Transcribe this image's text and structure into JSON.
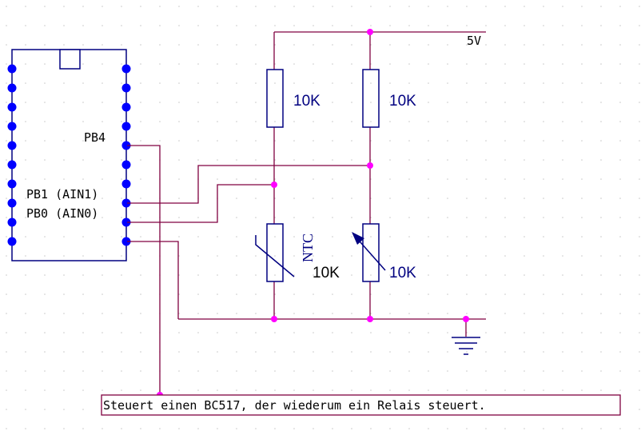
{
  "labels": {
    "supply": "5V",
    "pin_pb4": "PB4",
    "pin_pb1": "PB1 (AIN1)",
    "pin_pb0": "PB0 (AIN0)",
    "r1": "10K",
    "r2": "10K",
    "ntc_type": "NTC",
    "ntc_value": "10K",
    "pot_value": "10K",
    "note": "Steuert einen BC517, der wiederum ein Relais steuert."
  },
  "colors": {
    "wire": "#800040",
    "component": "#000080",
    "junction": "#ff00ff",
    "pin": "#0000ff",
    "text": "#000000",
    "grid": "#c8c8c8"
  }
}
